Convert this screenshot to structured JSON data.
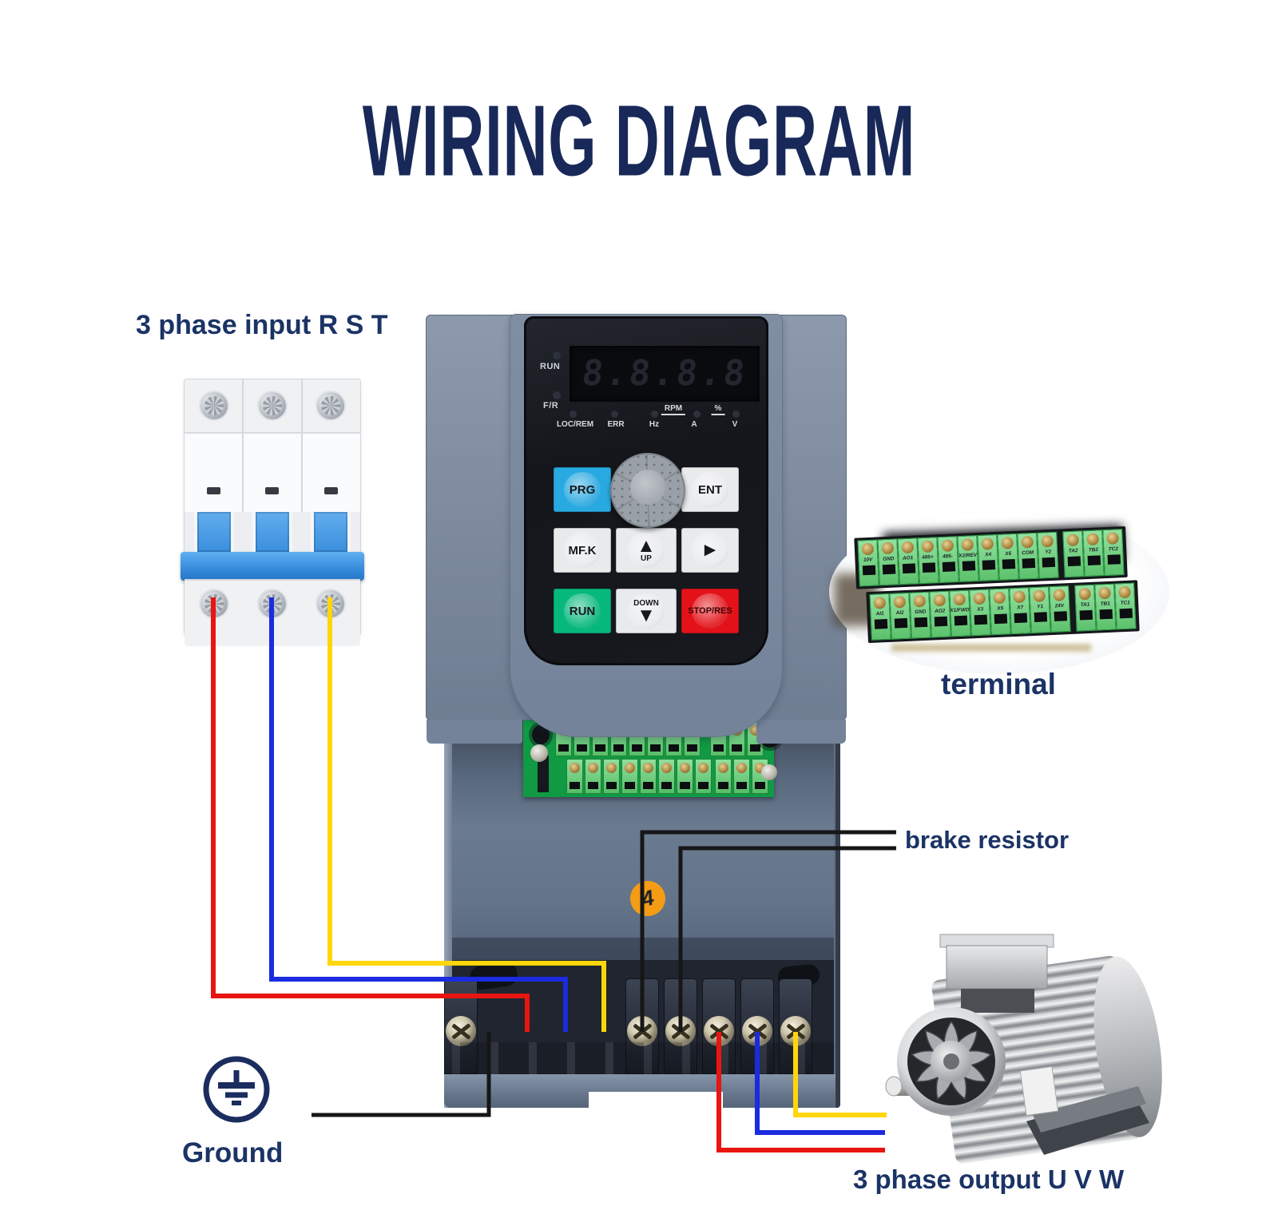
{
  "title": "WIRING DIAGRAM",
  "labels": {
    "input": "3 phase input R S T",
    "terminal": "terminal",
    "brake_resistor": "brake resistor",
    "ground": "Ground",
    "output": "3 phase output U V W"
  },
  "sticker": "4",
  "keypad": {
    "display": "8.8.8.8",
    "indicators": {
      "run": "RUN",
      "fr": "F/R",
      "loc_rem": "LOC/REM",
      "err": "ERR",
      "hz": "Hz",
      "rpm": "RPM",
      "a": "A",
      "percent": "%",
      "v": "V"
    },
    "buttons": {
      "prg": "PRG",
      "ent": "ENT",
      "mfk": "MF.K",
      "up_text": "UP",
      "up_glyph": "▲",
      "right_glyph": "►",
      "run": "RUN",
      "down_text": "DOWN",
      "down_glyph": "▼",
      "stop": "STOP/RES"
    }
  },
  "terminal_block": {
    "top_main": [
      "10V",
      "GND",
      "AO1",
      "485+",
      "485-",
      "X2/REV",
      "X4",
      "X6",
      "COM",
      "Y2"
    ],
    "top_relay": [
      "TA2",
      "TB2",
      "TC2"
    ],
    "bottom_main": [
      "AI1",
      "AI2",
      "GND",
      "AO2",
      "X1/FWD",
      "X3",
      "X5",
      "X7",
      "Y1",
      "24V"
    ],
    "bottom_relay": [
      "TA1",
      "TB1",
      "TC1"
    ]
  },
  "colors": {
    "label_navy": "#1b3365",
    "title_navy": "#182858",
    "wire_red": "#e81511",
    "wire_blue": "#1a2be0",
    "wire_yellow": "#ffd60a",
    "wire_black": "#161616",
    "ground_symbol_navy": "#1b2d5e",
    "button_prg_blue": "#29a9e1",
    "button_run_green": "#07b87d",
    "button_stop_red": "#e31219",
    "pcb_green": "#63c873",
    "body_blue_gray": "#7e8ba1",
    "sticker_orange": "#f49c16",
    "breaker_handle_blue": "#3f97e4"
  }
}
